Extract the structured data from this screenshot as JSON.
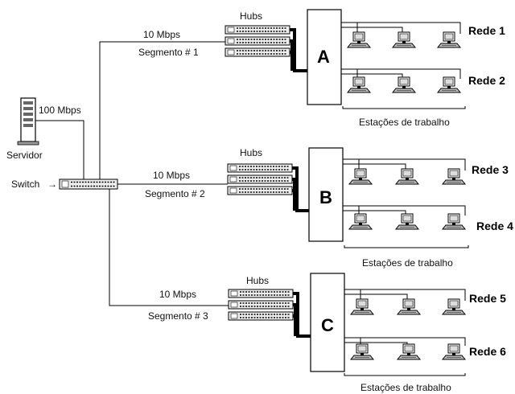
{
  "server": {
    "label": "Servidor",
    "link_speed": "100 Mbps"
  },
  "switch": {
    "label": "Switch"
  },
  "segments": [
    {
      "speed": "10 Mbps",
      "name": "Segmento # 1",
      "hubs_label": "Hubs",
      "box": "A",
      "nets": [
        "Rede 1",
        "Rede 2"
      ],
      "workstations_label": "Estações de trabalho"
    },
    {
      "speed": "10 Mbps",
      "name": "Segmento # 2",
      "hubs_label": "Hubs",
      "box": "B",
      "nets": [
        "Rede 3",
        "Rede 4"
      ],
      "workstations_label": "Estações de trabalho"
    },
    {
      "speed": "10 Mbps",
      "name": "Segmento # 3",
      "hubs_label": "Hubs",
      "box": "C",
      "nets": [
        "Rede 5",
        "Rede 6"
      ],
      "workstations_label": "Estações de trabalho"
    }
  ]
}
